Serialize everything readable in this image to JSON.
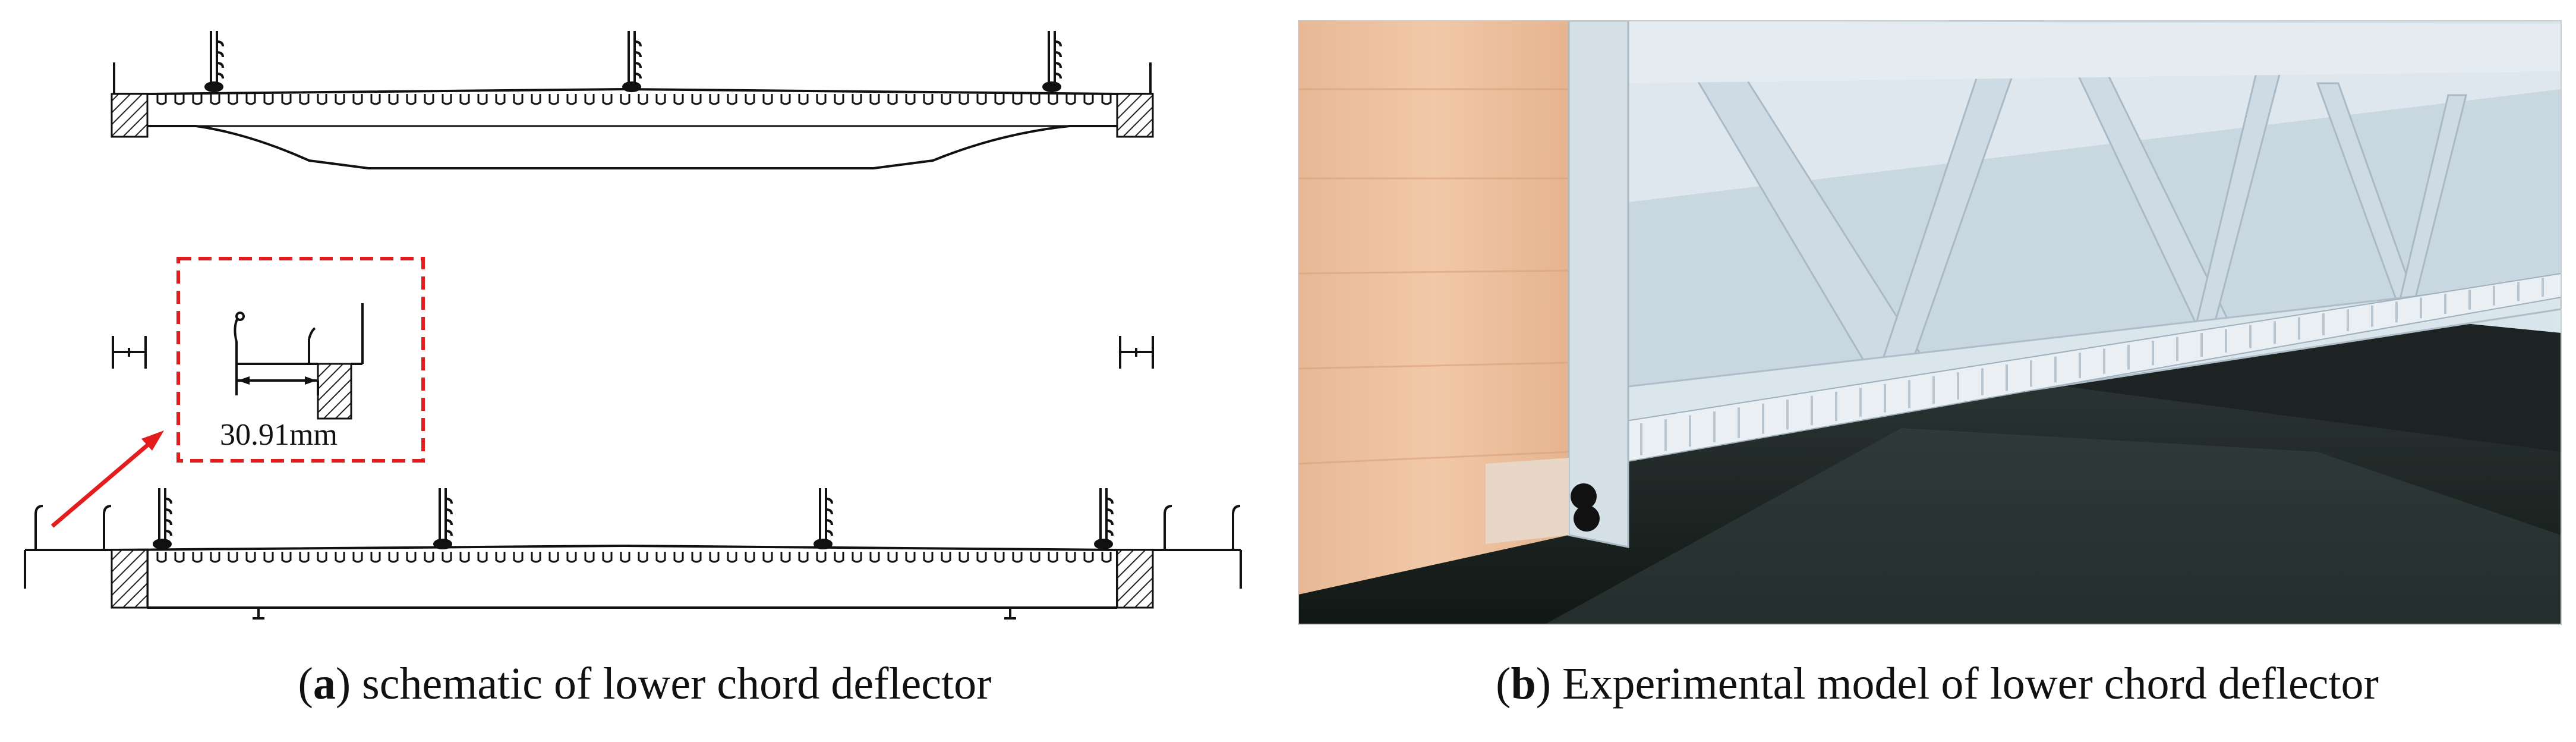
{
  "panel_a": {
    "letter": "a",
    "caption": "schematic of lower chord deflector",
    "dimension_label": "30.91mm",
    "highlight_color": "#e31d1d",
    "callout_color": "#e31d1d"
  },
  "panel_b": {
    "letter": "b",
    "caption": "Experimental model of lower chord deflector"
  }
}
